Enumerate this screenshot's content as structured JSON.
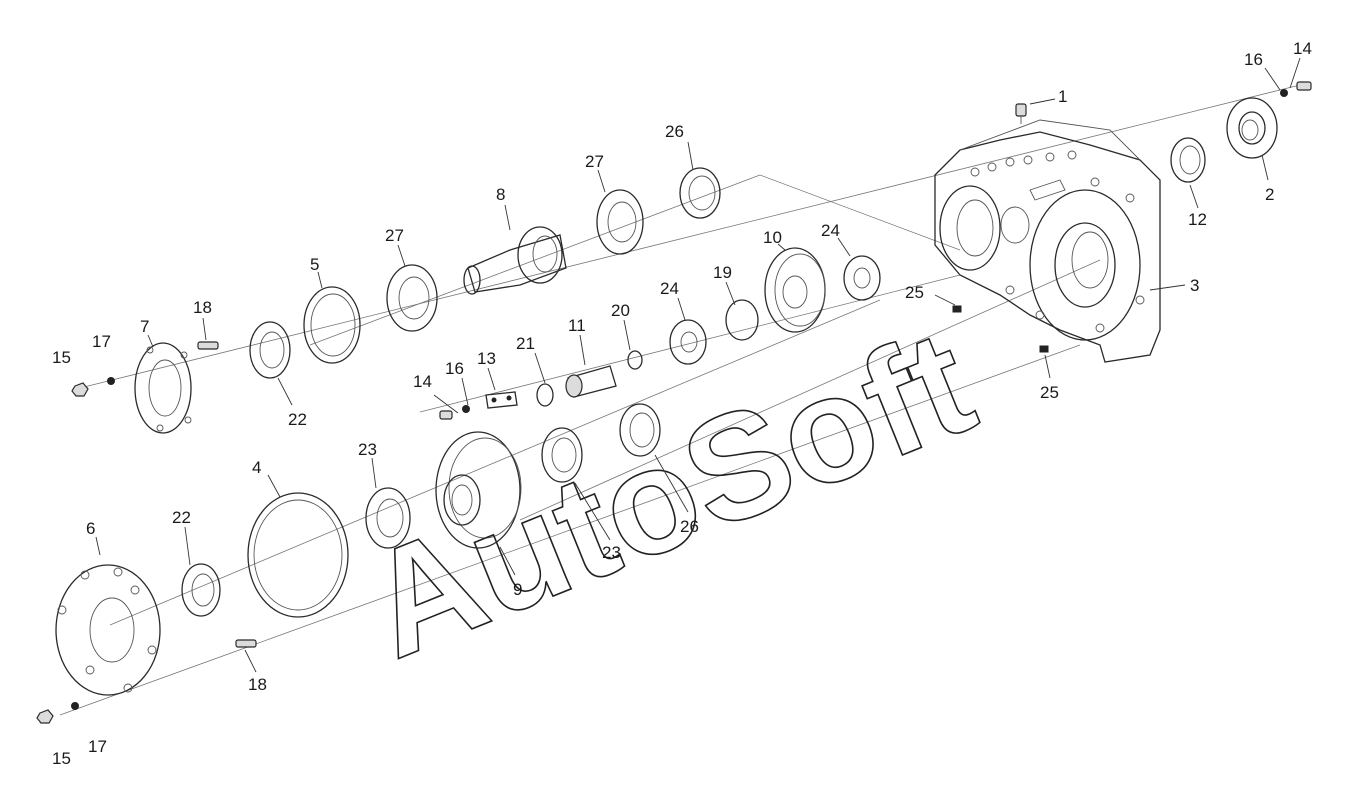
{
  "diagram": {
    "watermark": "AutoSoft",
    "callouts": [
      {
        "id": "c1",
        "text": "1"
      },
      {
        "id": "c2",
        "text": "2"
      },
      {
        "id": "c3",
        "text": "3"
      },
      {
        "id": "c4",
        "text": "4"
      },
      {
        "id": "c5",
        "text": "5"
      },
      {
        "id": "c6",
        "text": "6"
      },
      {
        "id": "c7",
        "text": "7"
      },
      {
        "id": "c8",
        "text": "8"
      },
      {
        "id": "c9",
        "text": "9"
      },
      {
        "id": "c10",
        "text": "10"
      },
      {
        "id": "c11",
        "text": "11"
      },
      {
        "id": "c12",
        "text": "12"
      },
      {
        "id": "c13",
        "text": "13"
      },
      {
        "id": "c14a",
        "text": "14"
      },
      {
        "id": "c14b",
        "text": "14"
      },
      {
        "id": "c15a",
        "text": "15"
      },
      {
        "id": "c15b",
        "text": "15"
      },
      {
        "id": "c16a",
        "text": "16"
      },
      {
        "id": "c16b",
        "text": "16"
      },
      {
        "id": "c17a",
        "text": "17"
      },
      {
        "id": "c17b",
        "text": "17"
      },
      {
        "id": "c18a",
        "text": "18"
      },
      {
        "id": "c18b",
        "text": "18"
      },
      {
        "id": "c19",
        "text": "19"
      },
      {
        "id": "c20",
        "text": "20"
      },
      {
        "id": "c21",
        "text": "21"
      },
      {
        "id": "c22a",
        "text": "22"
      },
      {
        "id": "c22b",
        "text": "22"
      },
      {
        "id": "c23a",
        "text": "23"
      },
      {
        "id": "c23b",
        "text": "23"
      },
      {
        "id": "c24a",
        "text": "24"
      },
      {
        "id": "c24b",
        "text": "24"
      },
      {
        "id": "c25a",
        "text": "25"
      },
      {
        "id": "c25b",
        "text": "25"
      },
      {
        "id": "c26a",
        "text": "26"
      },
      {
        "id": "c26b",
        "text": "26"
      },
      {
        "id": "c27a",
        "text": "27"
      },
      {
        "id": "c27b",
        "text": "27"
      }
    ]
  }
}
